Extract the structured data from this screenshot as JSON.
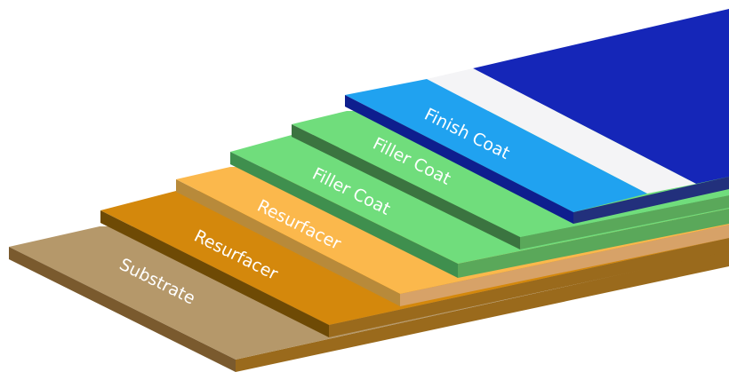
{
  "diagram": {
    "layers": [
      {
        "id": "substrate",
        "label": "Substrate",
        "top_color": "#b5986a",
        "front_color": "#7a5a2e",
        "side_color": "#9a6a1c"
      },
      {
        "id": "resurfacer-1",
        "label": "Resurfacer",
        "top_color": "#d4880c",
        "front_color": "#6e4a05",
        "side_color": "#9a6a1c"
      },
      {
        "id": "resurfacer-2",
        "label": "Resurfacer",
        "top_color": "#fbb84c",
        "front_color": "#b88a3a",
        "side_color": "#d7a268"
      },
      {
        "id": "filler-coat-1",
        "label": "Filler Coat",
        "top_color": "#70dd7c",
        "front_color": "#3f8f4e",
        "side_color": "#5aa85a"
      },
      {
        "id": "filler-coat-2",
        "label": "Filler Coat",
        "top_color": "#70dd7c",
        "front_color": "#3b7440",
        "side_color": "#5aa85a"
      },
      {
        "id": "finish-coat",
        "label": "Finish Coat",
        "top_color": "#20a2f0",
        "front_color": "#0e1e8e",
        "side_color": "#22307c"
      }
    ],
    "base_color": "#1526b8",
    "highlight_color": "#f4f4f6"
  }
}
